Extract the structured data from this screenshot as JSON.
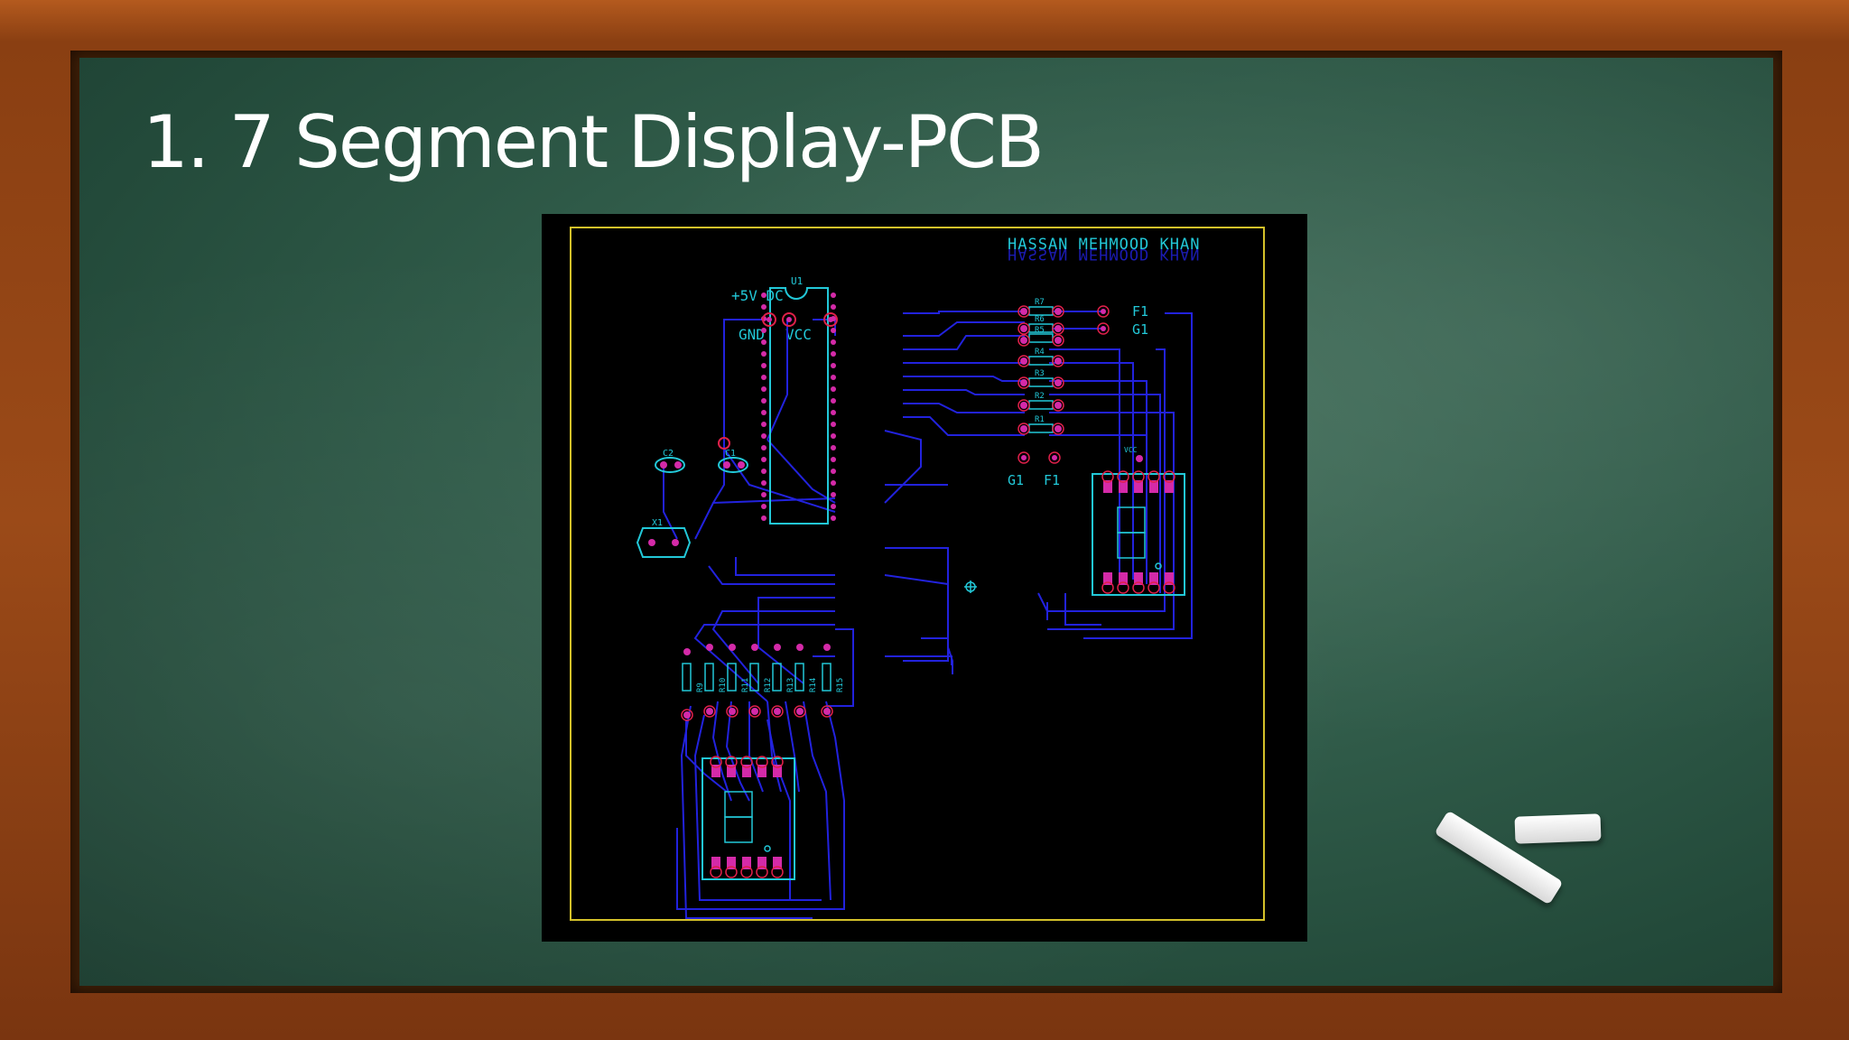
{
  "slide": {
    "title": "1. 7 Segment Display-PCB"
  },
  "pcb": {
    "author_line1": "HASSAN MEHMOOD KHAN",
    "author_line2": "HASSAN MEHMOOD KHAN",
    "power_label": "+5V DC",
    "gnd_label": "GND",
    "vcc_label": "VCC",
    "chip_label": "U1",
    "crystal_label": "X1",
    "cap1_label": "C1",
    "cap2_label": "C2",
    "out_f1": "F1",
    "out_g1": "G1",
    "bottom_g1": "G1",
    "bottom_f1": "F1",
    "vcc_small": "VCC",
    "right_resistors": [
      "R7",
      "R6",
      "R5",
      "R4",
      "R3",
      "R2",
      "R1"
    ],
    "bottom_resistors": [
      "R9",
      "R10",
      "R11",
      "R12",
      "R13",
      "R14",
      "R15"
    ],
    "colors": {
      "board_outline": "#d4c12a",
      "trace": "#2222dd",
      "silk": "#22c8d8",
      "pad": "#d42aa8",
      "pad_ring": "#e0204a"
    }
  }
}
